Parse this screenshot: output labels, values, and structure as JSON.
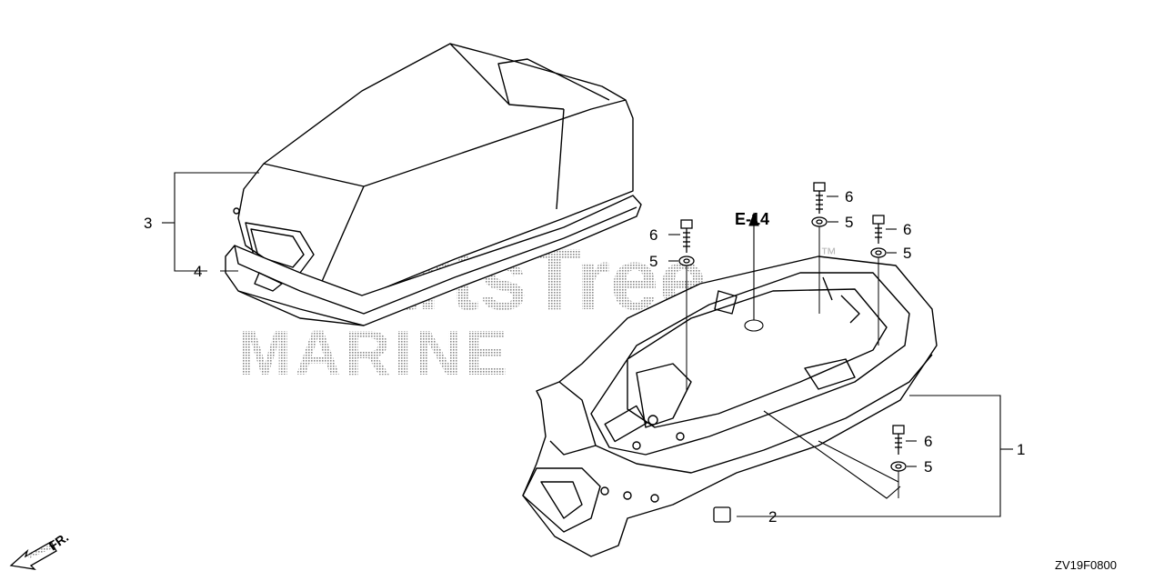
{
  "diagram": {
    "callouts": [
      {
        "id": "c1",
        "label": "1"
      },
      {
        "id": "c2",
        "label": "2"
      },
      {
        "id": "c3",
        "label": "3"
      },
      {
        "id": "c4",
        "label": "4"
      },
      {
        "id": "c5a",
        "label": "5"
      },
      {
        "id": "c5b",
        "label": "5"
      },
      {
        "id": "c5c",
        "label": "5"
      },
      {
        "id": "c5d",
        "label": "5"
      },
      {
        "id": "c6a",
        "label": "6"
      },
      {
        "id": "c6b",
        "label": "6"
      },
      {
        "id": "c6c",
        "label": "6"
      },
      {
        "id": "c6d",
        "label": "6"
      }
    ],
    "reference": "E-14",
    "front_label": "FR.",
    "diagram_code": "ZV19F0800"
  },
  "watermark": {
    "line1": "PartsTree",
    "line2": "MARINE",
    "trademark": "™"
  },
  "colors": {
    "line": "#000000",
    "watermark": "#9a9a9a",
    "background": "#ffffff"
  }
}
